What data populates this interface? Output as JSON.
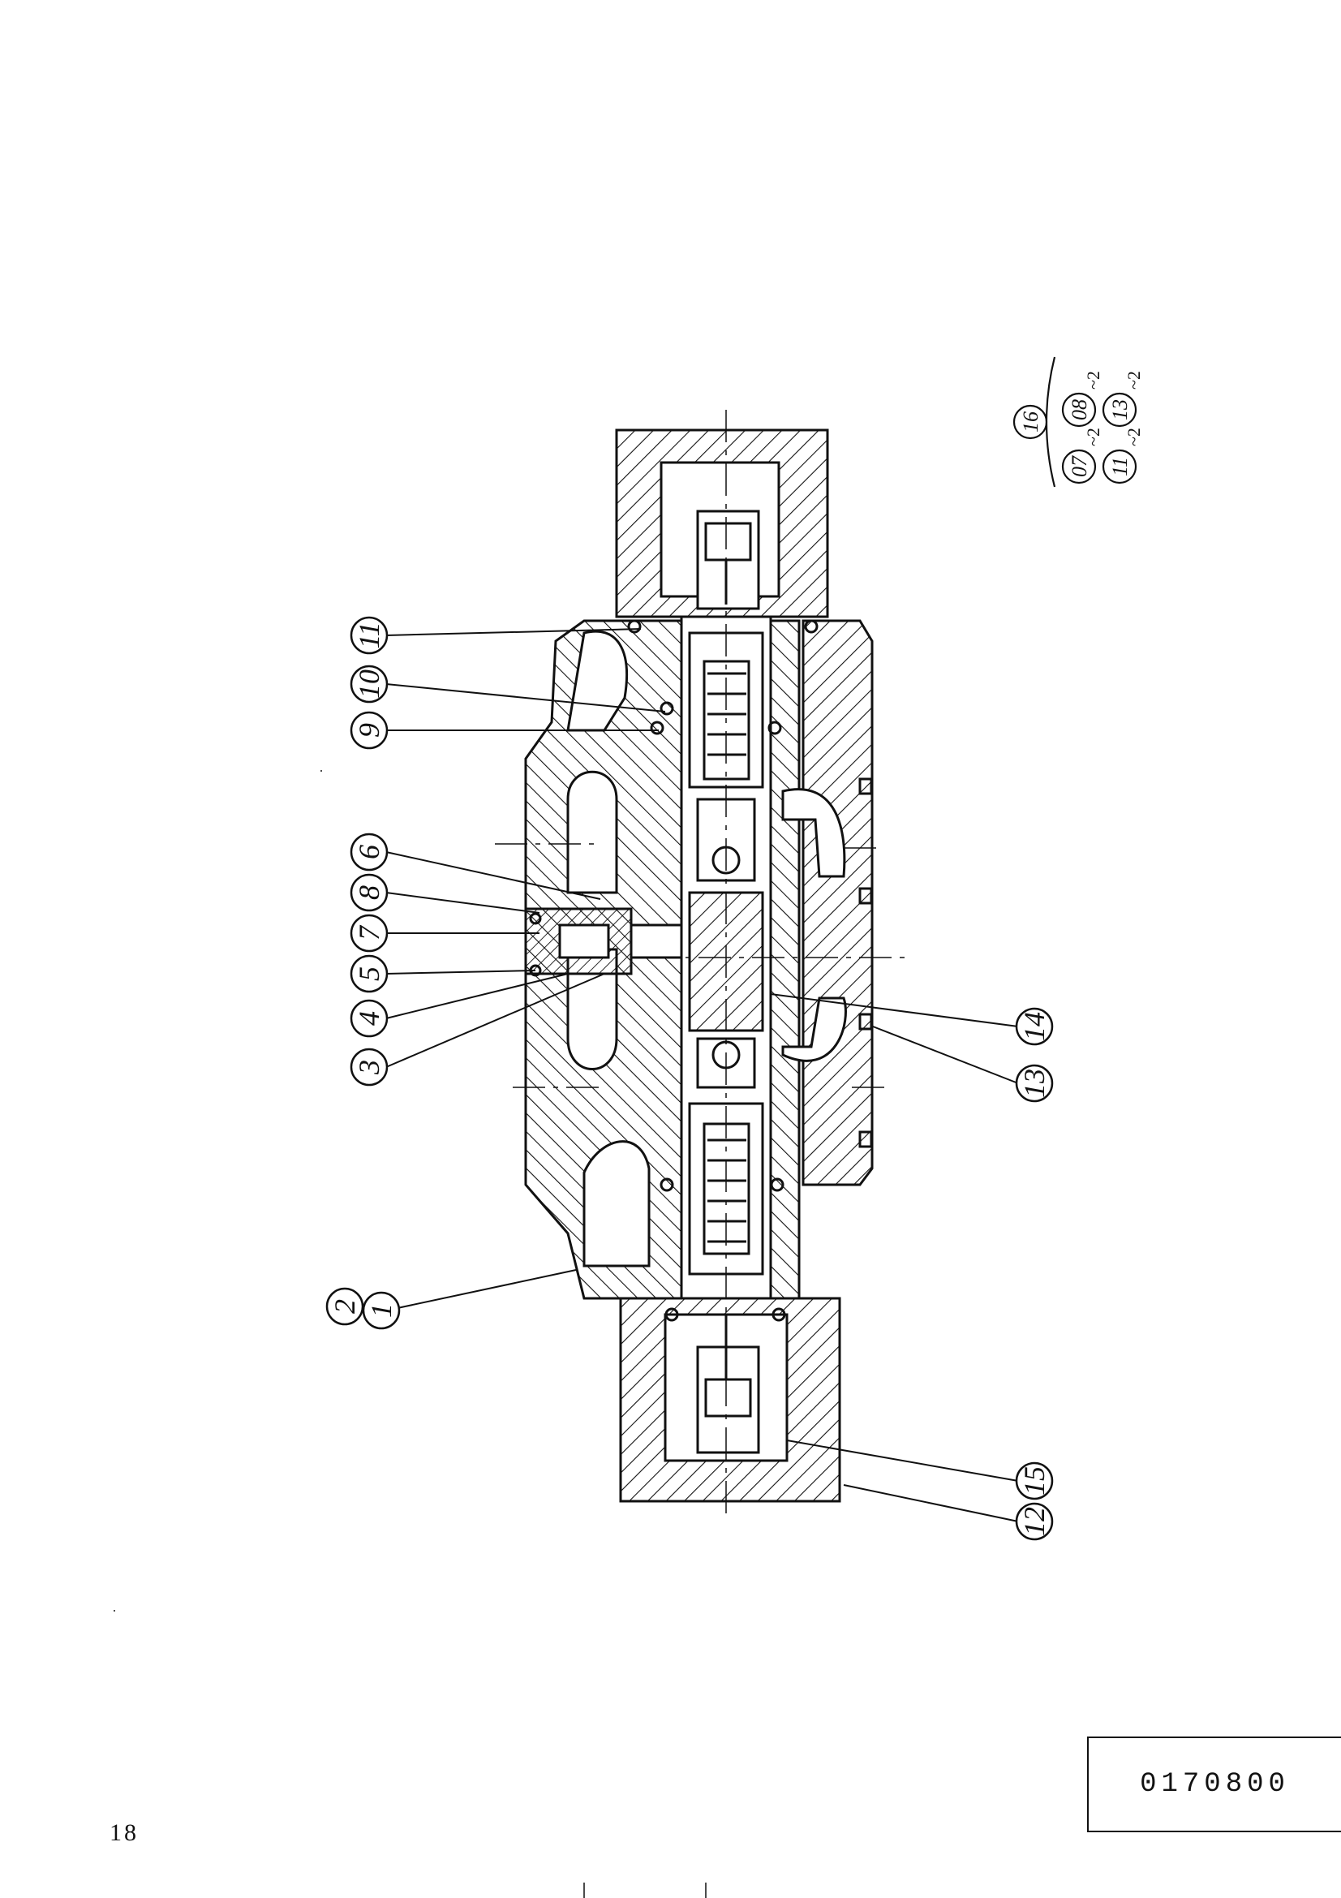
{
  "document": {
    "number": "0170800",
    "page": "18"
  },
  "balloons": [
    {
      "id": "b11",
      "label": "11"
    },
    {
      "id": "b10",
      "label": "10"
    },
    {
      "id": "b9",
      "label": "9"
    },
    {
      "id": "b6",
      "label": "6"
    },
    {
      "id": "b8",
      "label": "8"
    },
    {
      "id": "b7",
      "label": "7"
    },
    {
      "id": "b5",
      "label": "5"
    },
    {
      "id": "b4",
      "label": "4"
    },
    {
      "id": "b3",
      "label": "3"
    },
    {
      "id": "b2",
      "label": "2"
    },
    {
      "id": "b1",
      "label": "1"
    },
    {
      "id": "b14",
      "label": "14"
    },
    {
      "id": "b13",
      "label": "13"
    },
    {
      "id": "b15",
      "label": "15"
    },
    {
      "id": "b12",
      "label": "12"
    }
  ],
  "kit": {
    "top": "16",
    "items": [
      {
        "label": "07",
        "qty": "~2"
      },
      {
        "label": "08",
        "qty": "~2"
      },
      {
        "label": "11",
        "qty": "~2"
      },
      {
        "label": "13",
        "qty": "~2"
      }
    ]
  },
  "colors": {
    "ink": "#111111",
    "paper": "#ffffff"
  }
}
